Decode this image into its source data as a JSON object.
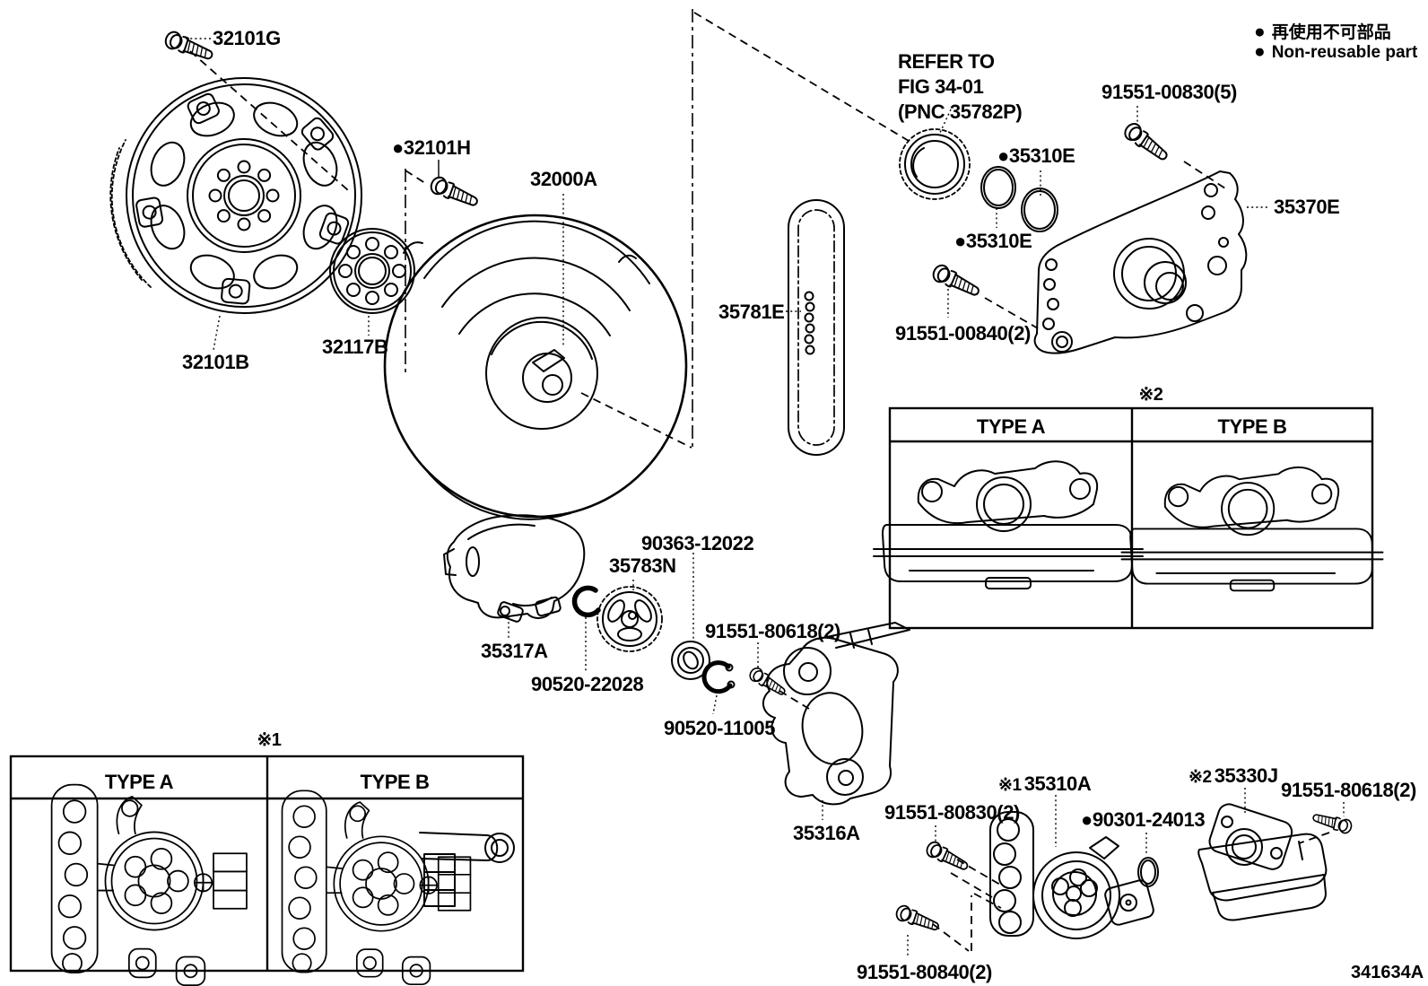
{
  "figure": {
    "code": "341634A"
  },
  "legend": {
    "items": [
      {
        "bullet": "●",
        "label": "再使用不可部品"
      },
      {
        "bullet": "●",
        "label": "Non-reusable part"
      }
    ]
  },
  "callouts": {
    "p32101G": "32101G",
    "p32101H": "●32101H",
    "p32000A": "32000A",
    "p32101B": "32101B",
    "p32117B": "32117B",
    "refer_note": "REFER TO\nFIG 34-01\n(PNC 35782P)",
    "p35310E_a": "●35310E",
    "p35310E_b": "●35310E",
    "p91551_00830": "91551-00830(5)",
    "p35370E": "35370E",
    "p35781E": "35781E",
    "p91551_00840": "91551-00840(2)",
    "p90363_12022": "90363-12022",
    "p35783N": "35783N",
    "p91551_80618_a": "91551-80618(2)",
    "p35317A": "35317A",
    "p90520_22028": "90520-22028",
    "p90520_11005": "90520-11005",
    "p35316A": "35316A",
    "p35310A_prefix": "※1",
    "p35310A": "35310A",
    "p35330J_prefix": "※2",
    "p35330J": "35330J",
    "p91551_80618_b": "91551-80618(2)",
    "p91551_80830": "91551-80830(2)",
    "p90301_24013": "●90301-24013",
    "p91551_80840": "91551-80840(2)"
  },
  "tables": {
    "note1": {
      "marker": "※1",
      "columns": [
        "TYPE A",
        "TYPE B"
      ]
    },
    "note2": {
      "marker": "※2",
      "columns": [
        "TYPE A",
        "TYPE B"
      ]
    }
  }
}
